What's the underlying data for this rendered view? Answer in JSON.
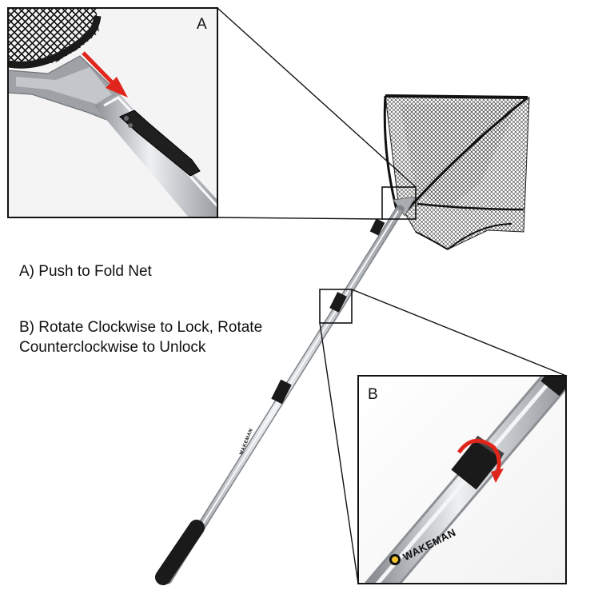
{
  "captions": {
    "a": "A) Push to Fold Net",
    "b": "B) Rotate Clockwise to Lock, Rotate Counterclockwise to Unlock"
  },
  "insets": {
    "a_label": "A",
    "b_label": "B"
  },
  "brand": "WAKEMAN",
  "colors": {
    "arrow_red": "#e0261c",
    "pole_silver": "#c9ccd0",
    "grip_black": "#1a1a1a",
    "net_black": "#111111"
  },
  "icons": {
    "fold_arrow": "red-arrow-icon",
    "rotate_arrow": "rotate-arrow-icon"
  }
}
